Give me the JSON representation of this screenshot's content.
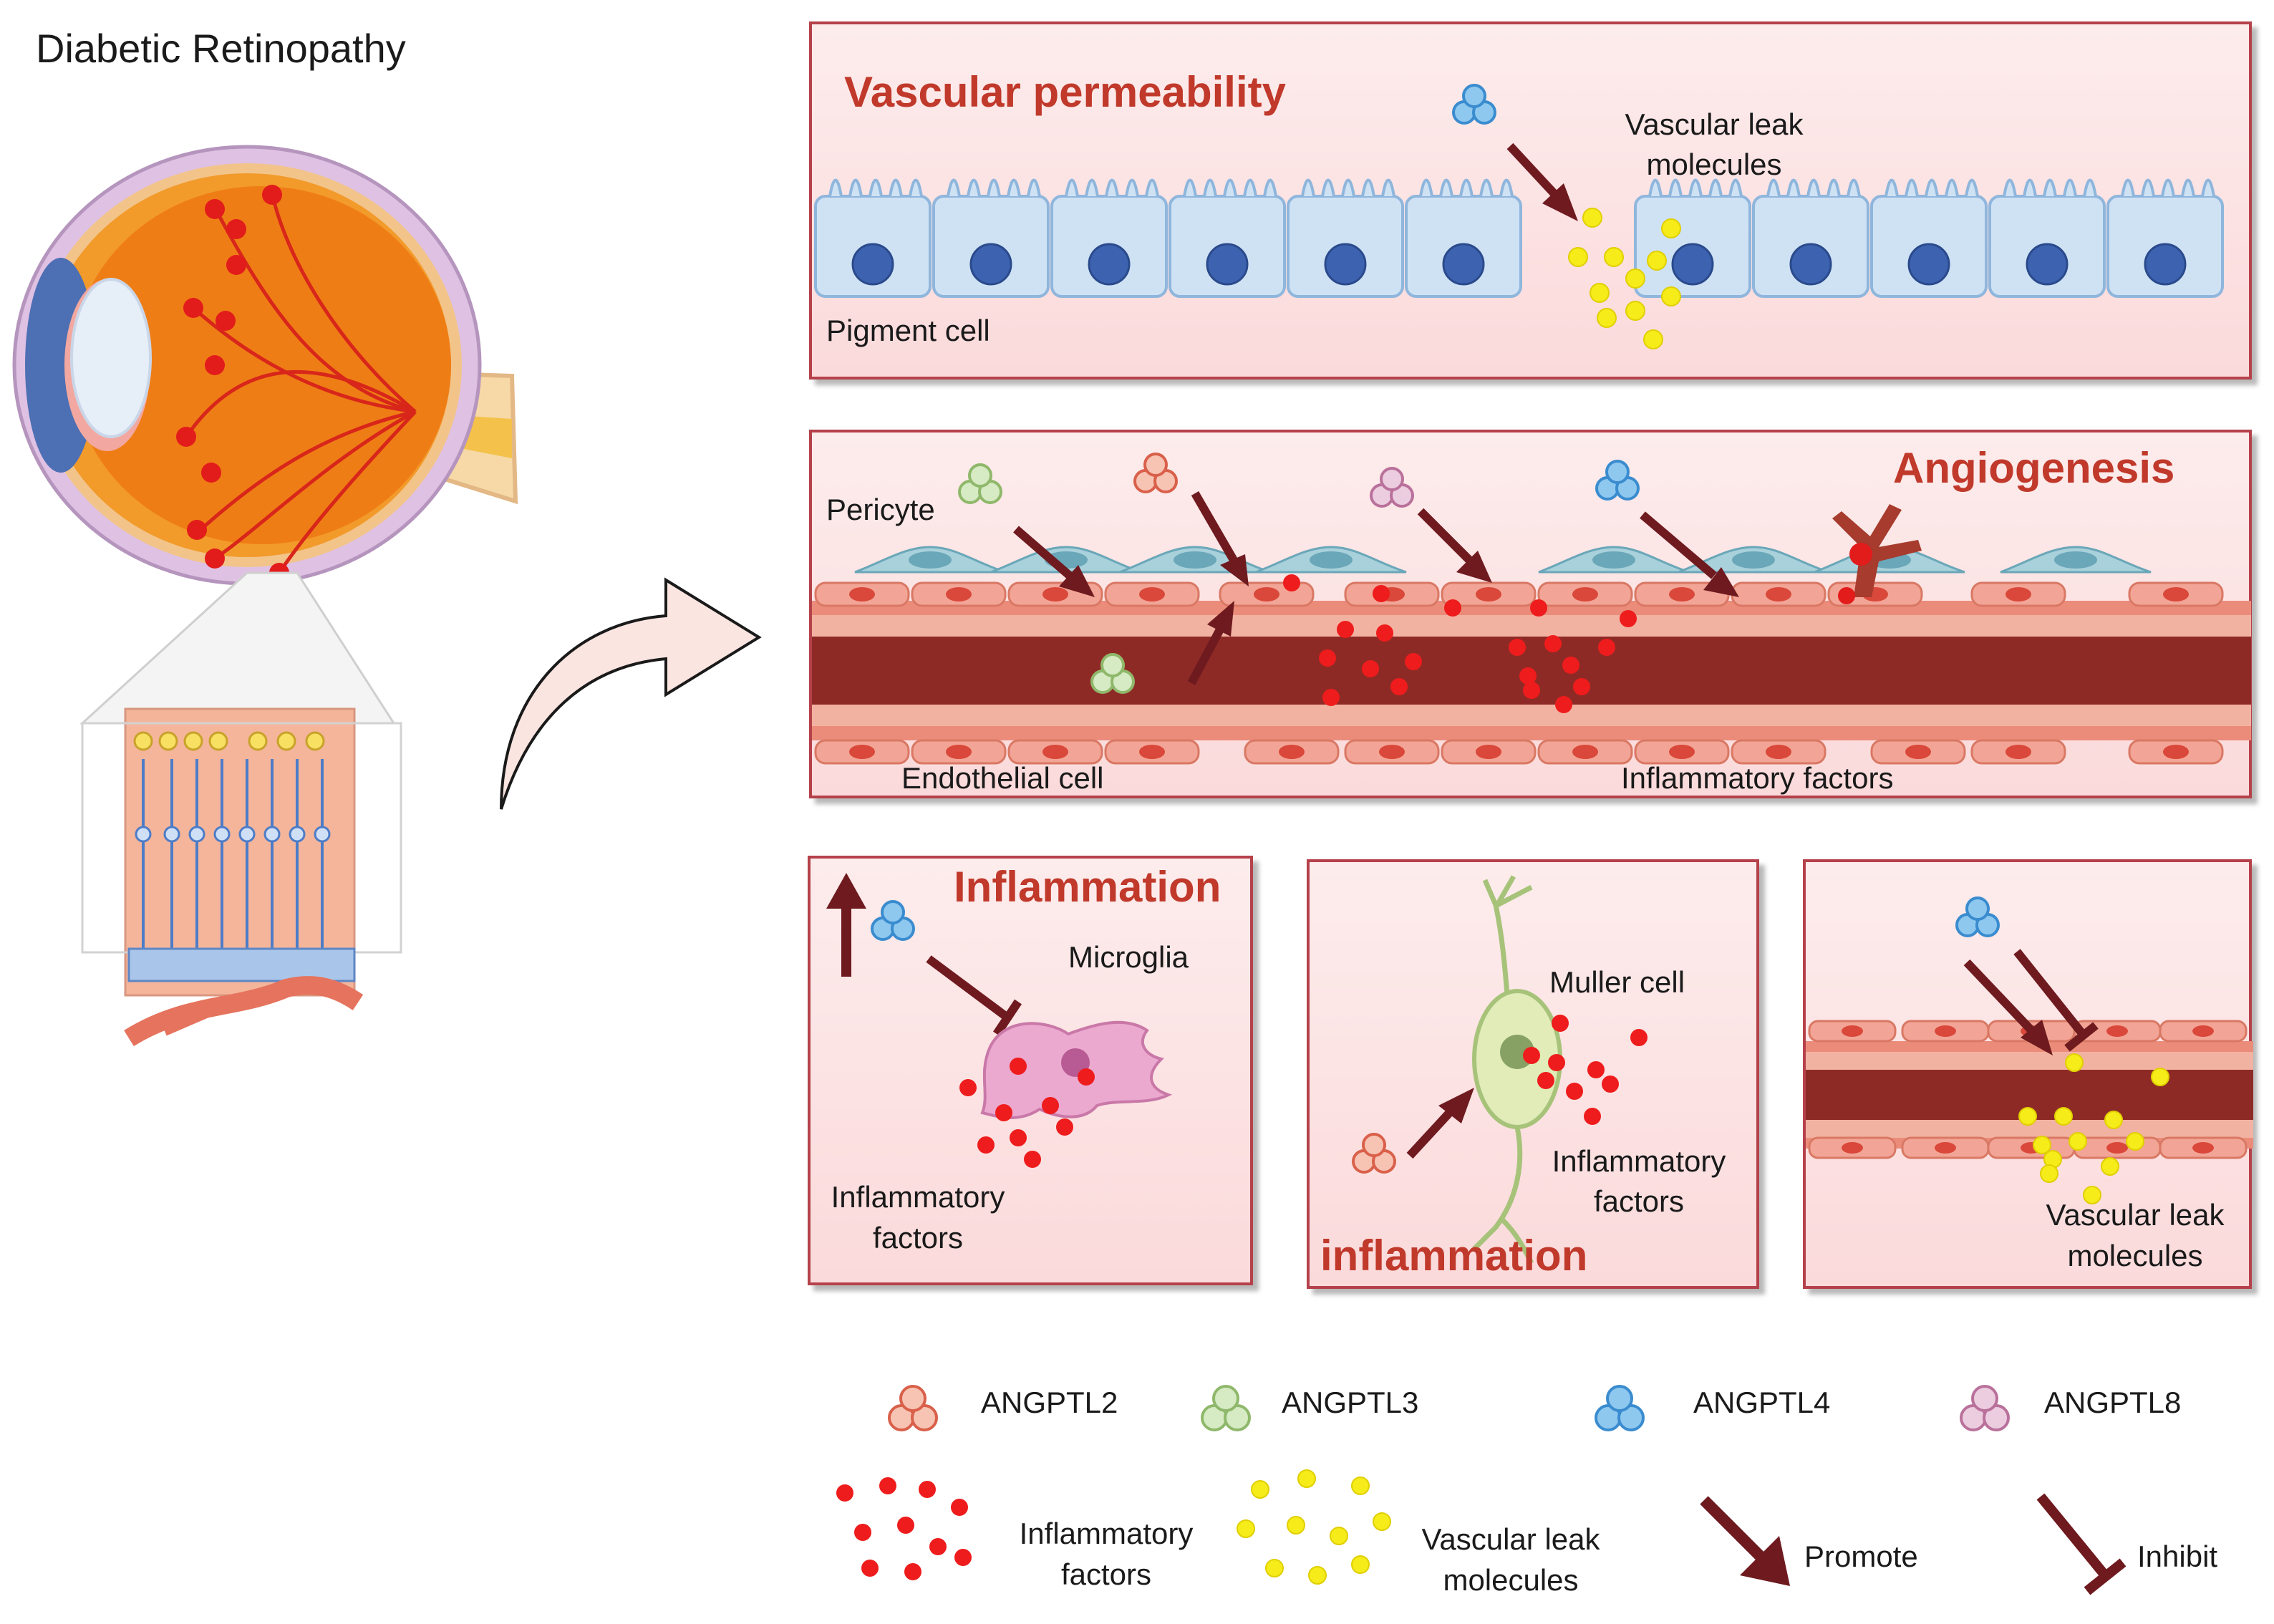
{
  "main_title": "Diabetic Retinopathy",
  "panels": {
    "permeability": {
      "title": "Vascular permeability",
      "leak_label_1": "Vascular leak",
      "leak_label_2": "molecules",
      "cell_label": "Pigment cell"
    },
    "angiogenesis": {
      "title": "Angiogenesis",
      "pericyte_label": "Pericyte",
      "endothelial_label": "Endothelial cell",
      "inflammatory_label": "Inflammatory factors"
    },
    "microglia": {
      "title": "Inflammation",
      "cell_label": "Microglia",
      "factor_label_1": "Inflammatory",
      "factor_label_2": "factors"
    },
    "muller": {
      "title": "inflammation",
      "cell_label": "Muller cell",
      "factor_label_1": "Inflammatory",
      "factor_label_2": "factors"
    },
    "vessel_leak": {
      "leak_label_1": "Vascular leak",
      "leak_label_2": "molecules"
    }
  },
  "legend": {
    "angptl2": "ANGPTL2",
    "angptl3": "ANGPTL3",
    "angptl4": "ANGPTL4",
    "angptl8": "ANGPTL8",
    "inflam_1": "Inflammatory",
    "inflam_2": "factors",
    "leak_1": "Vascular leak",
    "leak_2": "molecules",
    "promote": "Promote",
    "inhibit": "Inhibit"
  },
  "colors": {
    "title_red": "#c0392b",
    "arrow": "#6e1a1f",
    "angptl2": "#e8745a",
    "angptl3": "#a9cc8a",
    "angptl4": "#6fb4e4",
    "angptl8": "#d8a2c0",
    "inflammatory_dot": "#ee1c1c",
    "leak_dot": "#f5ec1a"
  }
}
